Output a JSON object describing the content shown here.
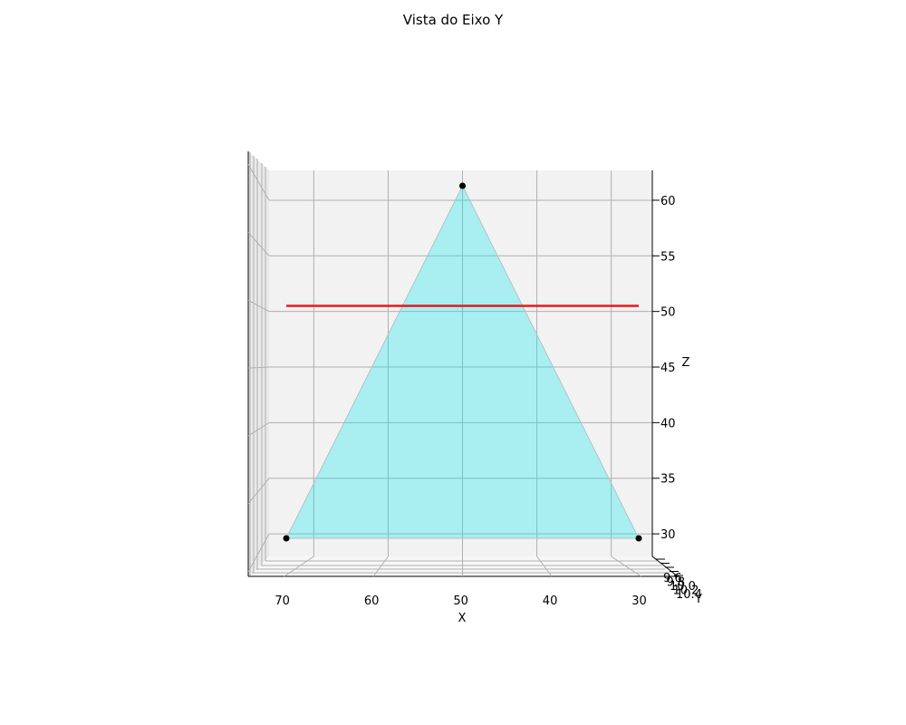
{
  "chart_data": {
    "type": "scatter",
    "projection": "3d",
    "view": "looking along the Y axis",
    "title": "Vista do Eixo Y",
    "xlabel": "X",
    "ylabel": "Y",
    "zlabel": "Z",
    "x_ticks": [
      "70",
      "60",
      "50",
      "40",
      "30"
    ],
    "x_tick_values": [
      70,
      60,
      50,
      40,
      30
    ],
    "z_ticks": [
      "60",
      "55",
      "50",
      "45",
      "40",
      "35",
      "30"
    ],
    "z_tick_values": [
      60,
      55,
      50,
      45,
      40,
      35,
      30
    ],
    "y_ticks": [
      "9.6",
      "9.8",
      "10.0",
      "10.2",
      "10.4"
    ],
    "x_inverted": true,
    "grid": true,
    "xlim": [
      76,
      24
    ],
    "zlim": [
      27.5,
      62.5
    ],
    "points": [
      {
        "x": 50.0,
        "y": 10.0,
        "z": 61.3
      },
      {
        "x": 73.7,
        "y": 10.0,
        "z": 29.6
      },
      {
        "x": 26.3,
        "y": 10.0,
        "z": 29.6
      }
    ],
    "triangle_fill_color": "#00e5ee",
    "triangle_fill_opacity": 0.3,
    "point_color": "#000000",
    "line": {
      "x": [
        73.7,
        26.3
      ],
      "z": [
        50.5,
        50.5
      ],
      "color": "#e41a1c"
    }
  }
}
